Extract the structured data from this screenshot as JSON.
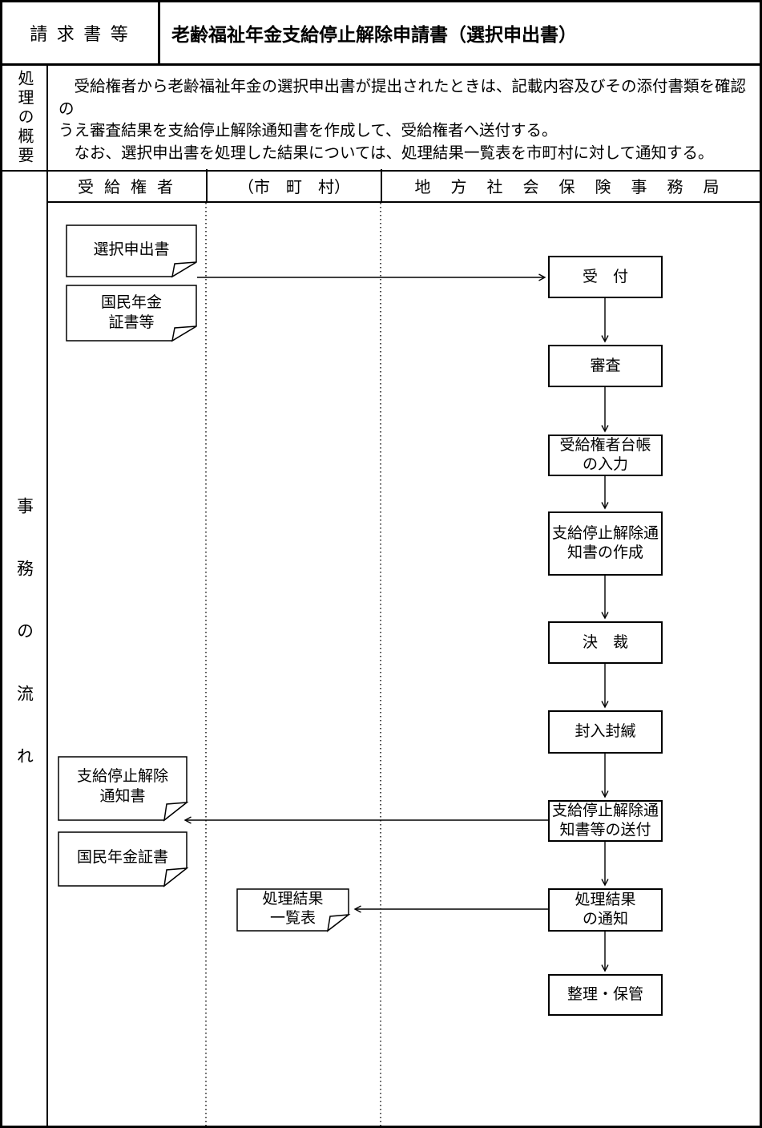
{
  "header": {
    "category_label": "請 求 書 等",
    "title": "老齢福祉年金支給停止解除申請書（選択申出書）"
  },
  "summary": {
    "section_label": "処理の概要",
    "lines": [
      "　受給権者から老齢福祉年金の選択申出書が提出されたときは、記載内容及びその添付書類を確認の",
      "うえ審査結果を支給停止解除通知書を作成して、受給権者へ送付する。",
      "　なお、選択申出書を処理した結果については、処理結果一覧表を市町村に対して通知する。"
    ]
  },
  "flow": {
    "section_label": "事務の流れ",
    "column_headers": {
      "beneficiary": "受 給 権 者",
      "municipality": "（市　町　村）",
      "bureau": "地 方 社 会 保 険 事 務 局"
    },
    "documents": {
      "sentaku_moushidesho": {
        "line1": "選択申出書"
      },
      "kokumin_nenkin_shosho_tou": {
        "line1": "国民年金",
        "line2": "証書等"
      },
      "shikyu_teishi_kaijo_tsuchisho": {
        "line1": "支給停止解除",
        "line2": "通知書"
      },
      "kokumin_nenkin_shosho": {
        "line1": "国民年金証書"
      },
      "shori_kekka_ichiranhyo": {
        "line1": "処理結果",
        "line2": "一覧表"
      }
    },
    "processes": {
      "uketsuke": {
        "line1": "受　付"
      },
      "shinsa": {
        "line1": "審査"
      },
      "daicho_nyuryoku": {
        "line1": "受給権者台帳",
        "line2": "の入力"
      },
      "tsuchisho_sakusei": {
        "line1": "支給停止解除通",
        "line2": "知書の作成"
      },
      "kessai": {
        "line1": "決　裁"
      },
      "funyu_fukan": {
        "line1": "封入封緘"
      },
      "tsuchisho_sofu": {
        "line1": "支給停止解除通",
        "line2": "知書等の送付"
      },
      "kekka_tsuchi": {
        "line1": "処理結果",
        "line2": "の通知"
      },
      "seiri_hokan": {
        "line1": "整理・保管"
      }
    }
  }
}
